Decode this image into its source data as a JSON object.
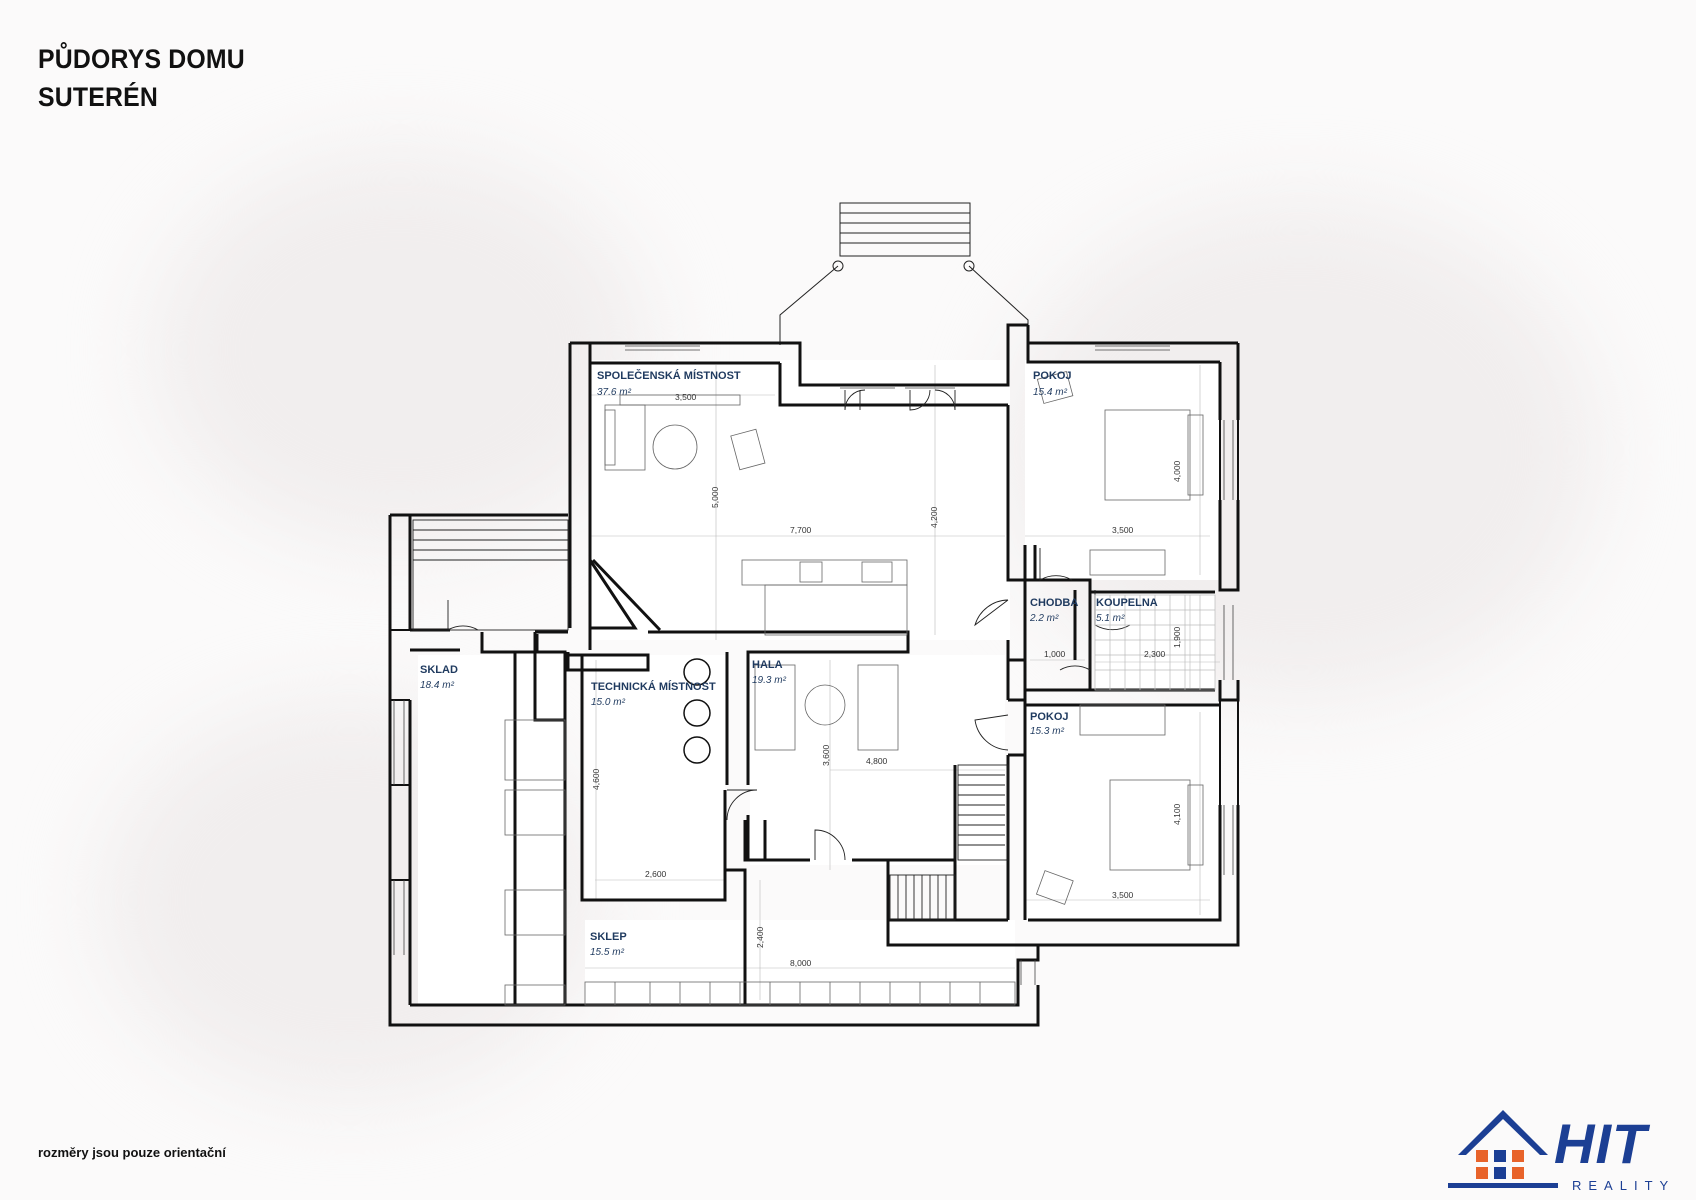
{
  "header": {
    "title_line1": "PŮDORYS DOMU",
    "title_line2": "SUTERÉN"
  },
  "footer": {
    "note": "rozměry jsou pouze orientační"
  },
  "logo": {
    "main": "HIT",
    "sub": "REALITY",
    "brand_blue": "#1c3f94",
    "brand_orange": "#e8632a"
  },
  "rooms": [
    {
      "name": "SPOLEČENSKÁ MÍSTNOST",
      "area": "37.6 m²"
    },
    {
      "name": "POKOJ",
      "area": "15.4 m²"
    },
    {
      "name": "CHODBA",
      "area": "2.2 m²"
    },
    {
      "name": "KOUPELNA",
      "area": "5.1 m²"
    },
    {
      "name": "POKOJ",
      "area": "15.3 m²"
    },
    {
      "name": "SKLAD",
      "area": "18.4 m²"
    },
    {
      "name": "TECHNICKÁ MÍSTNOST",
      "area": "15.0 m²"
    },
    {
      "name": "HALA",
      "area": "19.3 m²"
    },
    {
      "name": "SKLEP",
      "area": "15.5 m²"
    }
  ],
  "dimensions": [
    "3,500",
    "5,000",
    "7,700",
    "4,200",
    "4,000",
    "3,500",
    "1,000",
    "2,300",
    "1,900",
    "4,600",
    "3,600",
    "4,800",
    "2,600",
    "2,400",
    "8,000",
    "4,100",
    "3,500"
  ]
}
